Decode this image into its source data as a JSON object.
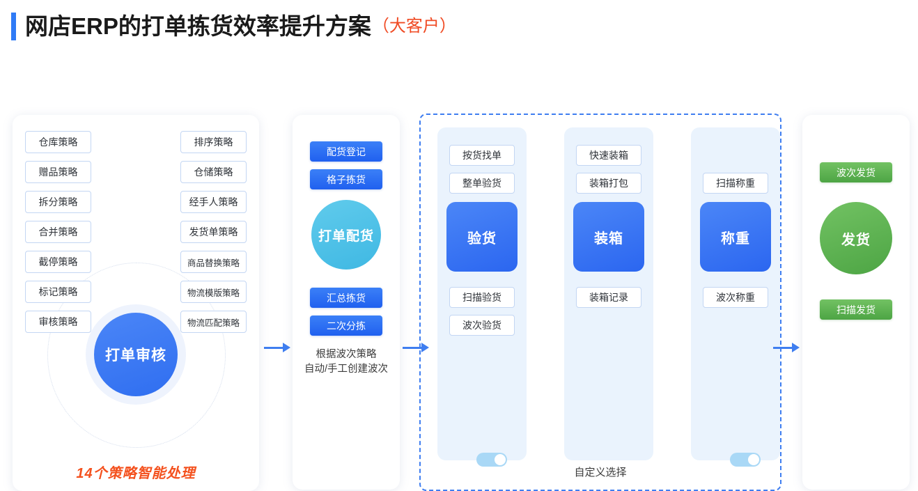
{
  "title": {
    "main": "网店ERP的打单拣货效率提升方案",
    "suffix": "（大客户）"
  },
  "colors": {
    "accent_blue": "#2f7bf6",
    "accent_orange": "#f04a23",
    "accent_cyan": "#3fb8e3",
    "accent_green": "#4da544",
    "dashed_border": "#3f7ef0"
  },
  "strategy_panel": {
    "hub_label": "打单审核",
    "left_items": [
      {
        "label": "仓库策略"
      },
      {
        "label": "赠品策略"
      },
      {
        "label": "拆分策略"
      },
      {
        "label": "合并策略"
      },
      {
        "label": "截停策略"
      },
      {
        "label": "标记策略"
      },
      {
        "label": "审核策略"
      }
    ],
    "right_items": [
      {
        "label": "排序策略"
      },
      {
        "label": "仓储策略"
      },
      {
        "label": "经手人策略"
      },
      {
        "label": "发货单策略"
      },
      {
        "label": "商品替换策略"
      },
      {
        "label": "物流模版策略"
      },
      {
        "label": "物流匹配策略"
      }
    ],
    "caption": "14个策略智能处理"
  },
  "wave_panel": {
    "top_buttons": [
      {
        "label": "配货登记"
      },
      {
        "label": "格子拣货"
      }
    ],
    "hub_label": "打单配货",
    "bottom_buttons": [
      {
        "label": "汇总拣货"
      },
      {
        "label": "二次分拣"
      }
    ],
    "caption_line1": "根据波次策略",
    "caption_line2": "自动/手工创建波次"
  },
  "custom_panel": {
    "caption": "自定义选择",
    "columns": [
      {
        "core_label": "验货",
        "top_chips": [
          {
            "label": "按货找单"
          },
          {
            "label": "整单验货"
          }
        ],
        "bottom_chips": [
          {
            "label": "扫描验货"
          },
          {
            "label": "波次验货"
          }
        ],
        "has_toggle": true,
        "toggle_state": "on"
      },
      {
        "core_label": "装箱",
        "top_chips": [
          {
            "label": "快速装箱"
          },
          {
            "label": "装箱打包"
          }
        ],
        "bottom_chips": [
          {
            "label": "装箱记录"
          }
        ],
        "has_toggle": false,
        "toggle_state": ""
      },
      {
        "core_label": "称重",
        "top_chips": [
          {
            "label": "扫描称重"
          }
        ],
        "bottom_chips": [
          {
            "label": "波次称重"
          }
        ],
        "has_toggle": true,
        "toggle_state": "on"
      }
    ]
  },
  "ship_panel": {
    "top_button": "波次发货",
    "hub_label": "发货",
    "bottom_button": "扫描发货"
  }
}
